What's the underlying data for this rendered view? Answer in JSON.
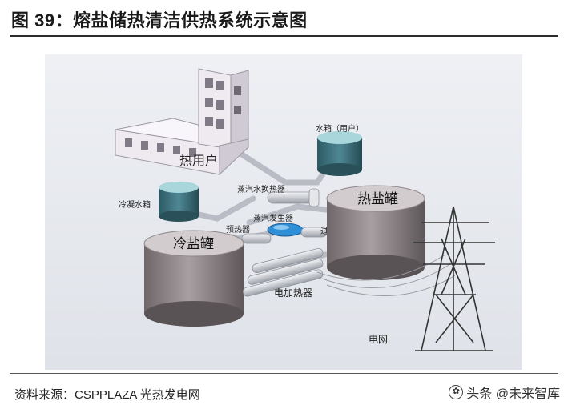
{
  "title": "图 39：熔盐储热清洁供热系统示意图",
  "source": "资料来源：CSPPLAZA 光热发电网",
  "watermark": "头条 @未来智库",
  "watermark_icon": "wechat-like-icon",
  "labels": {
    "heat_user": "热用户",
    "water_tank_user": "水箱（用户）",
    "condensate_tank": "冷凝水箱",
    "steam_water_exchanger": "蒸汽水换热器",
    "steam_generator": "蒸汽发生器",
    "preheater": "预热器",
    "superheater": "过热器",
    "hot_salt_tank": "热盐罐",
    "cold_salt_tank": "冷盐罐",
    "electric_heater": "电加热器",
    "grid": "电网"
  },
  "colors": {
    "tank_body": "#8c8486",
    "tank_top": "#c9c3c5",
    "water_tank": "#3d6f7a",
    "water_top": "#9fd0d6",
    "pipe": "#d8dadf",
    "building": "#efeaf0",
    "generator": "#2f8fd6"
  }
}
